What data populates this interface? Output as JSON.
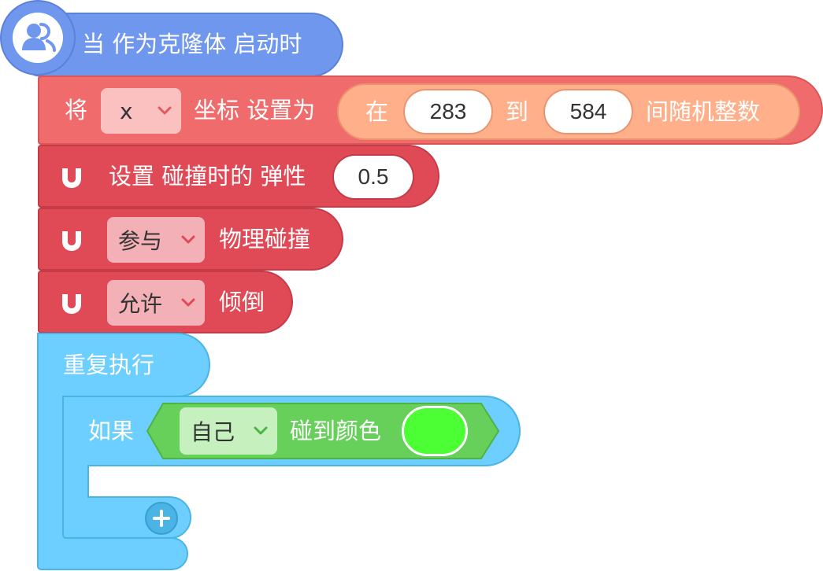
{
  "hat": {
    "label": "当 作为克隆体 启动时",
    "icon": "clone-person-icon"
  },
  "set_coord": {
    "prefix": "将",
    "axis": "x",
    "middle": "坐标 设置为",
    "random": {
      "in": "在",
      "from": "283",
      "to_label": "到",
      "to": "584",
      "suffix": "间随机整数"
    }
  },
  "bounce": {
    "label": "设置 碰撞时的 弹性",
    "value": "0.5",
    "icon": "magnet-icon"
  },
  "collide": {
    "mode": "参与",
    "label": "物理碰撞",
    "icon": "magnet-icon"
  },
  "tilt": {
    "mode": "允许",
    "label": "倾倒",
    "icon": "magnet-icon"
  },
  "loop": {
    "label": "重复执行"
  },
  "if_block": {
    "label": "如果",
    "condition": {
      "target": "自己",
      "label": "碰到颜色",
      "color": "#4cff35"
    }
  },
  "add": {
    "icon": "plus-icon"
  },
  "colors": {
    "hat": "#6f97ee",
    "motion": "#f06b6b",
    "random": "#ffb08a",
    "physics": "#e04a57",
    "control": "#6dcfff",
    "sensing": "#67d05a"
  }
}
